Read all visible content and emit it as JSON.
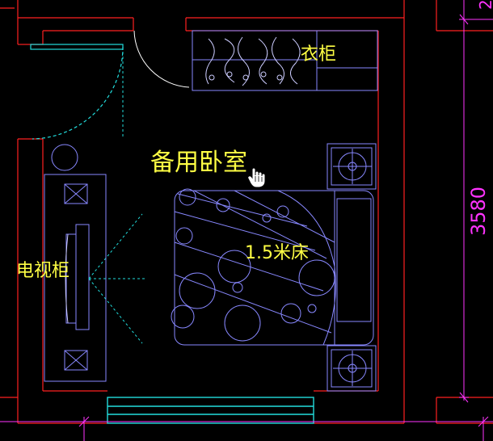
{
  "drawing": {
    "room_label": "备用卧室",
    "wardrobe_label": "衣柜",
    "bed_label": "1.5米床",
    "tv_cabinet_label": "电视柜",
    "dimension_value": "3580",
    "dimension_top_fragment": "2"
  },
  "colors": {
    "background": "#000000",
    "wall": "#ff2020",
    "furniture": "#8888ff",
    "text": "#ffff44",
    "dimension": "#ff33ff",
    "window": "#22dddd",
    "door_swing": "#22dddd"
  },
  "cursor": {
    "icon": "hand-pointer-icon"
  }
}
